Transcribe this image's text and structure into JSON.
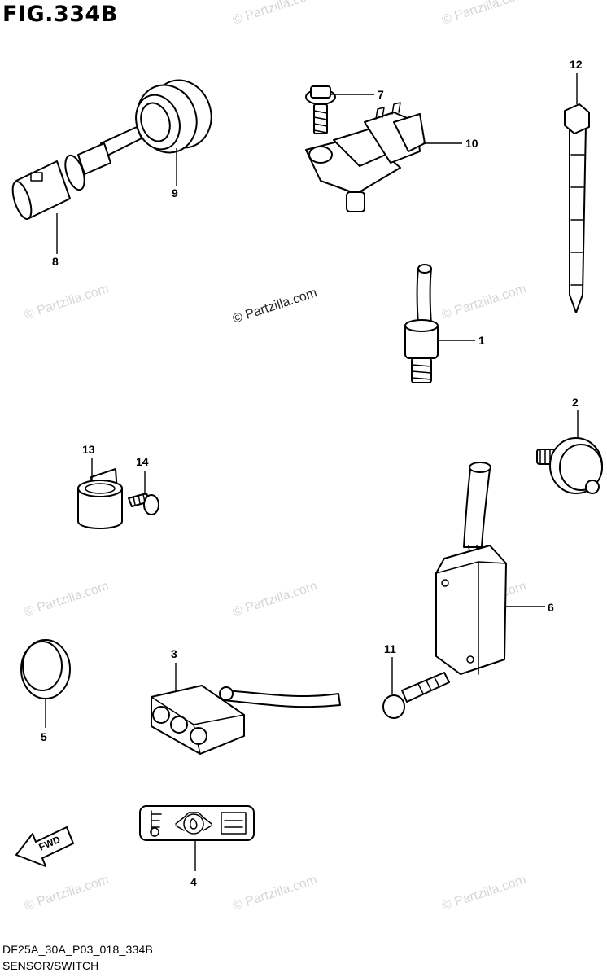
{
  "figure": {
    "title": "FIG.334B",
    "code": "DF25A_30A_P03_018_334B",
    "section": "SENSOR/SWITCH"
  },
  "watermark": "© Partzilla.com",
  "fwd_label": "FWD",
  "callouts": {
    "c1": "1",
    "c2": "2",
    "c3": "3",
    "c4": "4",
    "c5": "5",
    "c6": "6",
    "c7": "7",
    "c8": "8",
    "c9": "9",
    "c10": "10",
    "c11": "11",
    "c12": "12",
    "c13": "13",
    "c14": "14"
  },
  "colors": {
    "ink": "#000000",
    "watermark": "#d6d6d6",
    "background": "#ffffff"
  }
}
